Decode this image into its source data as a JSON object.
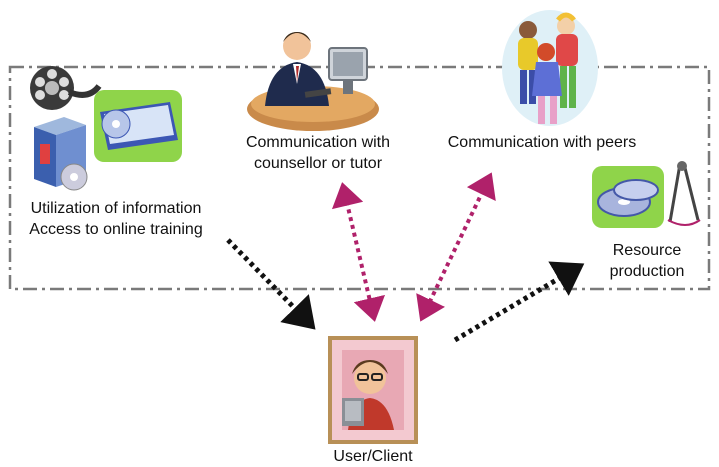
{
  "nodes": {
    "utilization": {
      "line1": "Utilization of information",
      "line2": "Access to online training"
    },
    "counsellor": {
      "line1": "Communication with",
      "line2": "counsellor or tutor"
    },
    "peers": {
      "line1": "Communication with peers"
    },
    "resource": {
      "line1": "Resource",
      "line2": "production"
    },
    "user": {
      "line1": "User/Client"
    }
  },
  "colors": {
    "boundary": "#7a7a7a",
    "arrow_one_way": "#111111",
    "arrow_two_way": "#b0216a"
  },
  "icons": [
    "film-reel-icon",
    "software-box-icon",
    "cd-book-icon",
    "tutor-at-desk-icon",
    "children-group-icon",
    "cd-and-compass-icon",
    "user-at-computer-icon"
  ]
}
